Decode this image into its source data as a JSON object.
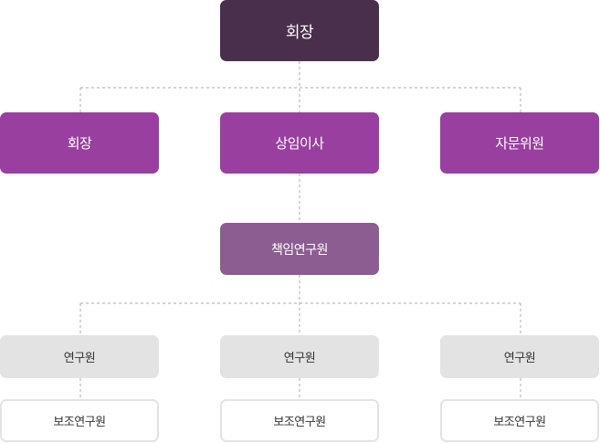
{
  "chairman": "회장",
  "level2": [
    {
      "label": "회장"
    },
    {
      "label": "상임이사"
    },
    {
      "label": "자문위원"
    }
  ],
  "lead_researcher": "책임연구원",
  "researchers": [
    {
      "label": "연구원",
      "assistant": "보조연구원"
    },
    {
      "label": "연구원",
      "assistant": "보조연구원"
    },
    {
      "label": "연구원",
      "assistant": "보조연구원"
    }
  ],
  "colors": {
    "top": "#4a2f4d",
    "level2": "#993f9f",
    "lead": "#8c5d91",
    "researcher": "#e3e3e3",
    "connector": "#bbbbbb"
  }
}
